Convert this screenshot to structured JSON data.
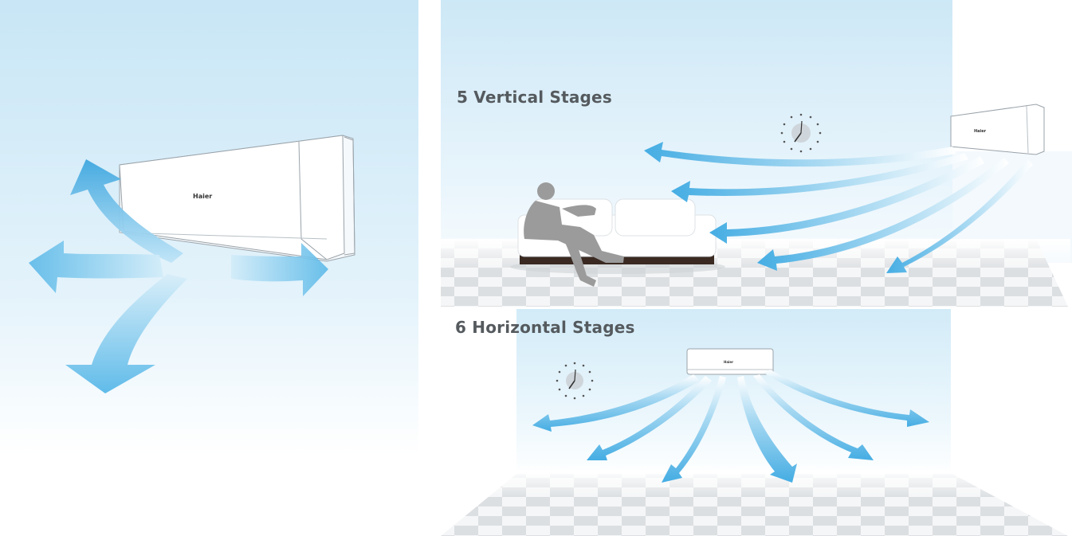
{
  "panels": {
    "vertical": {
      "title": "5 Vertical Stages"
    },
    "horizontal": {
      "title": "6 Horizontal Stages"
    }
  },
  "brand": "Haier",
  "colors": {
    "sky": "#cfe9f7",
    "arrow": "#4fb3e6",
    "arrow_light": "#bfe4f7",
    "floor_dark": "#d9dcdf",
    "floor_light": "#f4f5f6",
    "text": "#555a5e"
  }
}
